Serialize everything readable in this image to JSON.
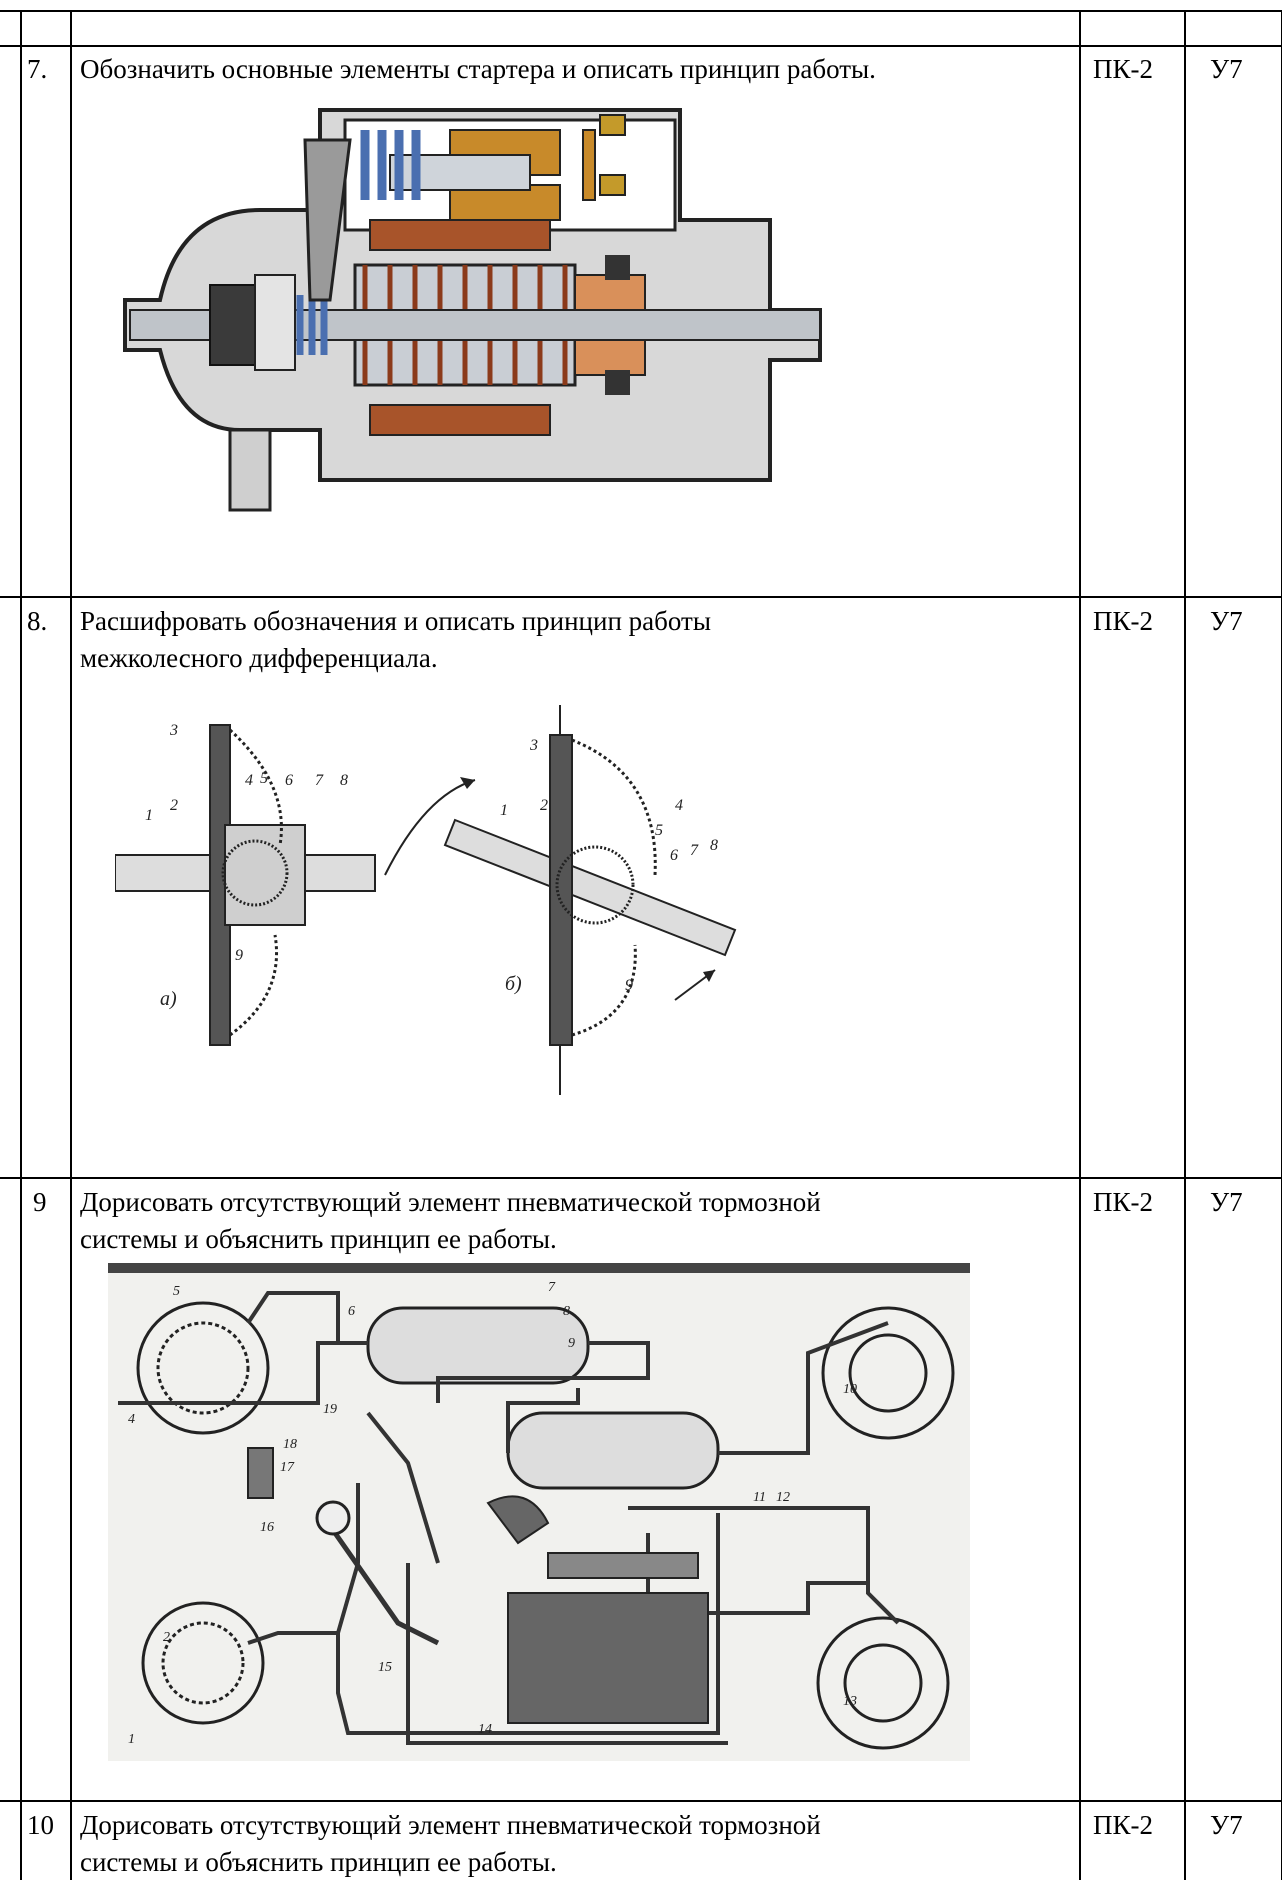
{
  "rows": [
    {
      "num": "7.",
      "text_lines": [
        "Обозначить основные элементы стартера и описать принцип работы."
      ],
      "competence": "ПК-2",
      "skill": "У7",
      "figure": "starter-cutaway-drawing"
    },
    {
      "num": "8.",
      "text_lines": [
        "Расшифровать обозначения и описать принцип работы",
        "межколесного дифференциала."
      ],
      "competence": "ПК-2",
      "skill": "У7",
      "figure": "differential-diagram",
      "figure_labels": {
        "left": [
          "1",
          "2",
          "3",
          "4",
          "5",
          "6",
          "7",
          "8",
          "9",
          "a)"
        ],
        "right": [
          "1",
          "2",
          "3",
          "4",
          "5",
          "6",
          "7",
          "8",
          "9",
          "б)"
        ]
      }
    },
    {
      "num": "9",
      "text_lines": [
        "Дорисовать отсутствующий элемент пневматической тормозной",
        "системы и объяснить принцип ее работы."
      ],
      "competence": "ПК-2",
      "skill": "У7",
      "figure": "pneumatic-brake-system-diagram",
      "figure_labels": [
        "1",
        "2",
        "4",
        "5",
        "6",
        "7",
        "8",
        "9",
        "10",
        "11",
        "12",
        "13",
        "14",
        "15",
        "16",
        "17",
        "18",
        "19"
      ]
    },
    {
      "num": "10",
      "text_lines": [
        "Дорисовать отсутствующий элемент пневматической тормозной",
        "системы и объяснить принцип ее работы."
      ],
      "competence": "ПК-2",
      "skill": "У7"
    }
  ]
}
